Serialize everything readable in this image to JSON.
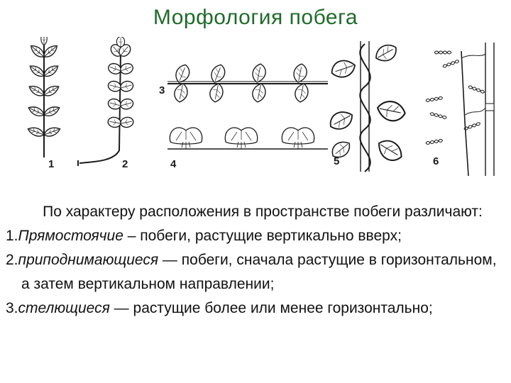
{
  "slide": {
    "title": "Морфология побега"
  },
  "figure": {
    "labels": [
      "1",
      "2",
      "3",
      "4",
      "5",
      "6"
    ]
  },
  "text": {
    "intro": "По характеру расположения в пространстве побеги различают:",
    "items": [
      {
        "num": "1.",
        "term": "Прямостоячие",
        "sep": " – ",
        "desc": "побеги, растущие вертикально вверх;"
      },
      {
        "num": "2.",
        "term": "приподнимающиеся",
        "sep": " —  ",
        "desc": "побеги, сначала растущие в горизонтальном, а затем вертикальном направлении;"
      },
      {
        "num": "3.",
        "term": "стелющиеся",
        "sep": " —  ",
        "desc": "растущие более или менее горизонтально;"
      }
    ]
  }
}
